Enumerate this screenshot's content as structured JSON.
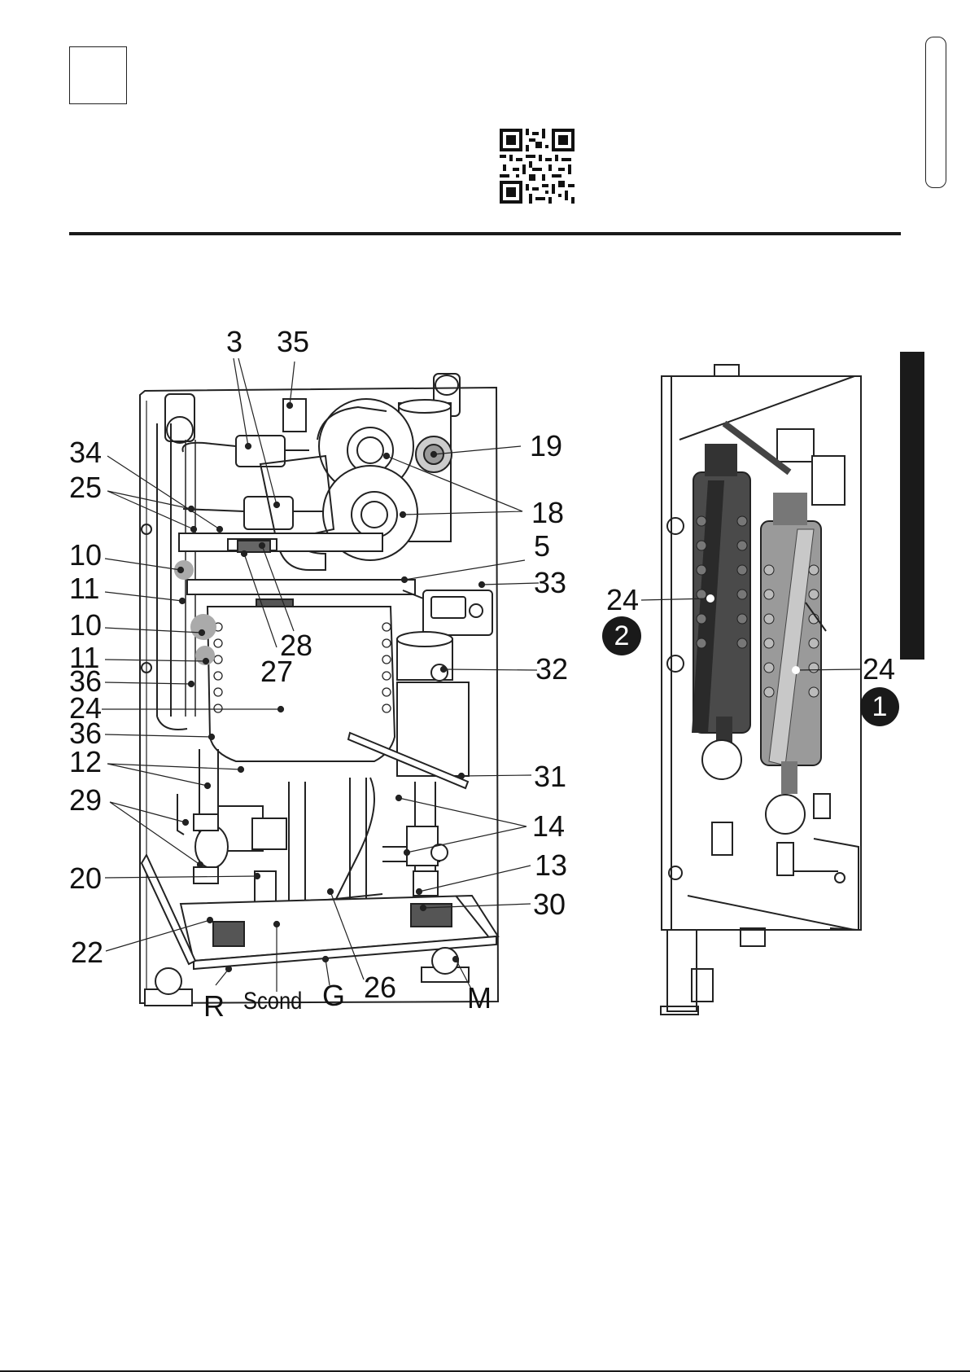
{
  "qr_code": {
    "icon": "qr-code-icon"
  },
  "figure_front": {
    "labels": {
      "l3": "3",
      "l35": "35",
      "l34": "34",
      "l25": "25",
      "l19": "19",
      "l18": "18",
      "l10a": "10",
      "l5": "5",
      "l11a": "11",
      "l33": "33",
      "l10b": "10",
      "l28": "28",
      "l11b": "11",
      "l27": "27",
      "l32": "32",
      "l36a": "36",
      "l24": "24",
      "l36b": "36",
      "l12": "12",
      "l31": "31",
      "l29": "29",
      "l14": "14",
      "l13": "13",
      "l20": "20",
      "l30": "30",
      "l22": "22",
      "l26": "26",
      "lR": "R",
      "lScond": "Scond",
      "lG": "G",
      "lM": "M"
    }
  },
  "figure_side": {
    "labels": {
      "l24a": "24",
      "l24b": "24"
    },
    "badges": {
      "b1": "1",
      "b2": "2"
    }
  }
}
